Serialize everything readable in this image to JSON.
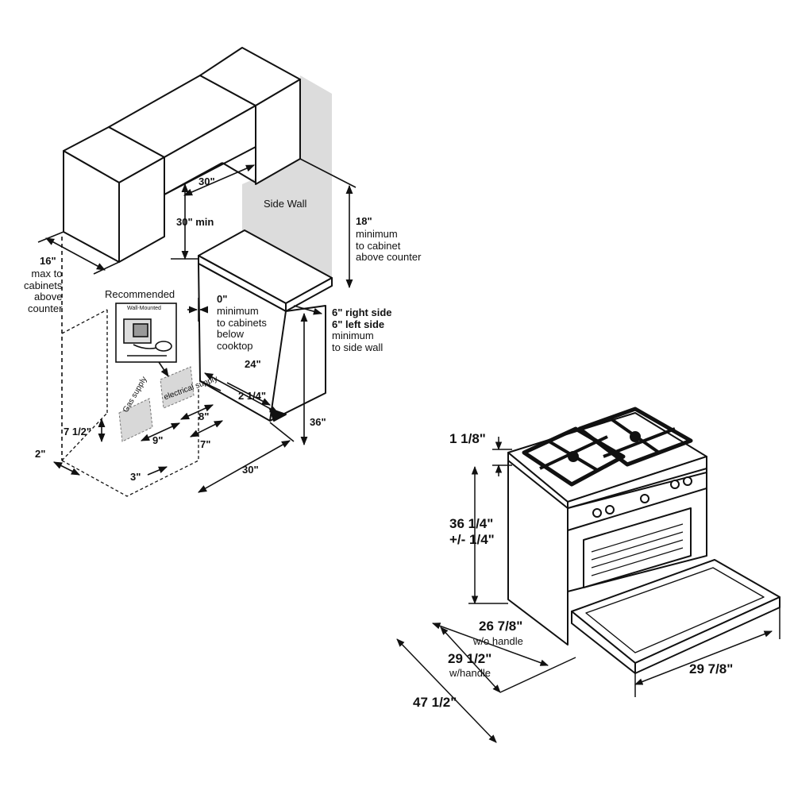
{
  "installation": {
    "side_wall": "Side Wall",
    "cabinet_width": "30\"",
    "clearance_30_min": "30\" min",
    "upper_18": "18\"",
    "upper_18_note": [
      "minimum",
      "to cabinet",
      "above counter"
    ],
    "max_16": "16\"",
    "max_16_note": [
      "max to",
      "cabinets",
      "above",
      "counter"
    ],
    "recommended": "Recommended",
    "wall_mounted": "Wall-Mounted",
    "zero": "0\"",
    "zero_note": [
      "minimum",
      "to cabinets",
      "below",
      "cooktop"
    ],
    "right_side": "6\" right side",
    "left_side": "6\" left side",
    "side_note": [
      "minimum",
      "to side wall"
    ],
    "depth_24": "24\"",
    "d_2_1_4": "2 1/4\"",
    "d_8": "8\"",
    "d_7": "7\"",
    "d_9": "9\"",
    "d_3": "3\"",
    "d_2": "2\"",
    "d_7_1_2": "7 1/2\"",
    "d_36": "36\"",
    "width_30": "30\"",
    "gas_supply": "Gas supply",
    "electrical_supply": "electrical supply"
  },
  "range": {
    "top_1_1_8": "1 1/8\"",
    "height": "36 1/4\"",
    "height_tol": "+/- 1/4\"",
    "depth_no_handle": "26 7/8\"",
    "depth_no_handle_note": "w/o handle",
    "depth_handle": "29 1/2\"",
    "depth_handle_note": "w/handle",
    "depth_door_open": "47 1/2\"",
    "width": "29 7/8\""
  },
  "colors": {
    "ink": "#111111",
    "wall_gray": "#dcdcdc",
    "white": "#ffffff"
  }
}
